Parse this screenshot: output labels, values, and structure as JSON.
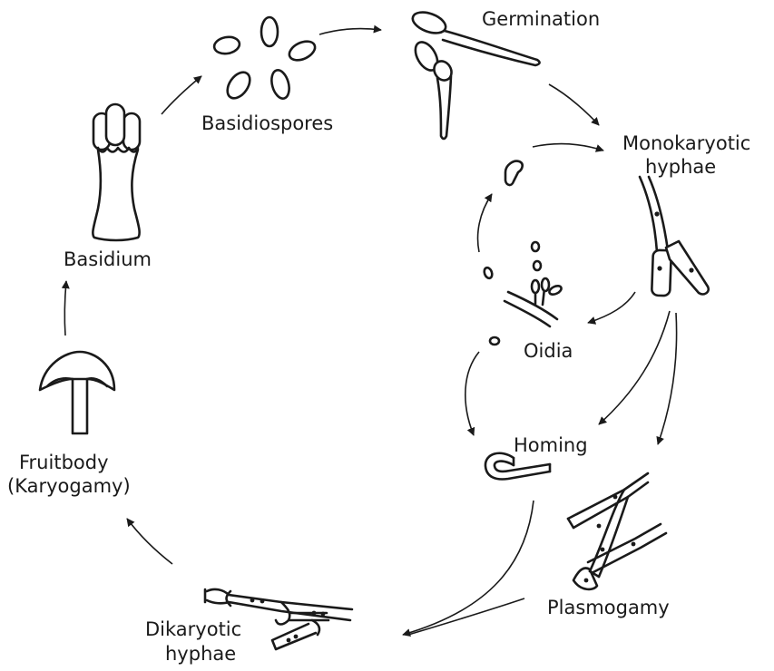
{
  "labels": {
    "germination": "Germination",
    "basidiospores": "Basidiospores",
    "monokaryotic_line1": "Monokaryotic",
    "monokaryotic_line2": "hyphae",
    "basidium": "Basidium",
    "oidia": "Oidia",
    "homing": "Homing",
    "fruitbody_line1": "Fruitbody",
    "fruitbody_line2": "(Karyogamy)",
    "plasmogamy": "Plasmogamy",
    "dikaryotic_line1": "Dikaryotic",
    "dikaryotic_line2": "hyphae"
  },
  "colors": {
    "ink": "#1a1a1a",
    "background": "#ffffff"
  }
}
